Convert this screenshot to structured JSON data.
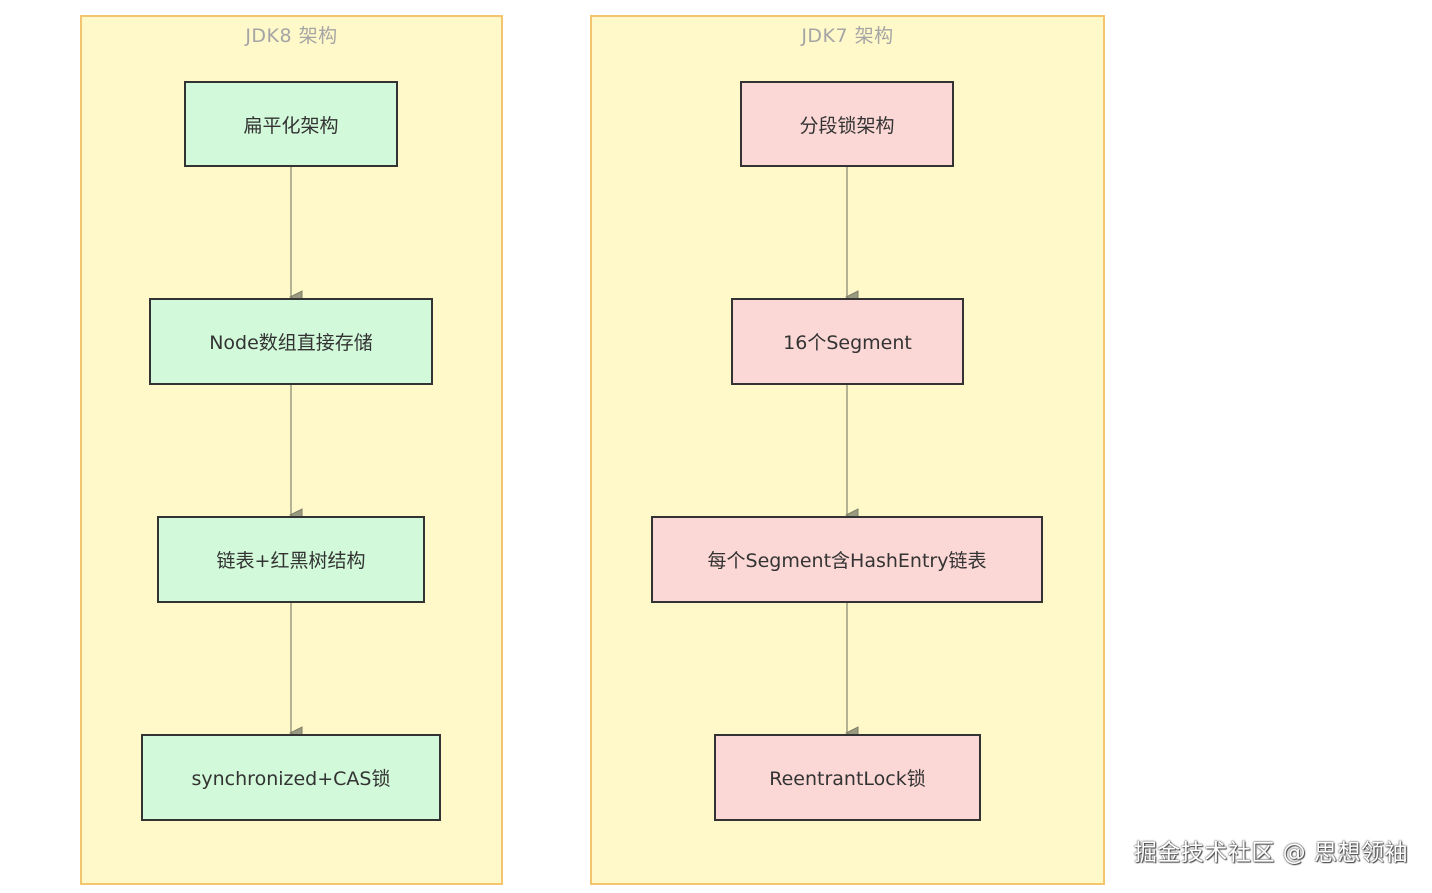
{
  "jdk8": {
    "title": "JDK8 架构",
    "nodes": [
      "扁平化架构",
      "Node数组直接存储",
      "链表+红黑树结构",
      "synchronized+CAS锁"
    ]
  },
  "jdk7": {
    "title": "JDK7 架构",
    "nodes": [
      "分段锁架构",
      "16个Segment",
      "每个Segment含HashEntry链表",
      "ReentrantLock锁"
    ]
  },
  "watermark": "掘金技术社区 @ 思想领袖",
  "colors": {
    "lane_fill": "#fff8c9",
    "lane_border": "#f5c46e",
    "jdk8_node_fill": "#d2f9d9",
    "jdk7_node_fill": "#fbd8d6",
    "node_border": "#333333",
    "edge": "#9a9a80"
  }
}
